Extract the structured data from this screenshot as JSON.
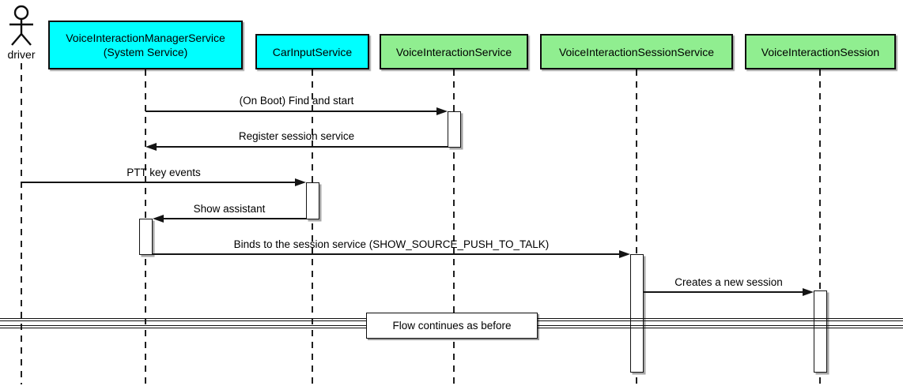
{
  "diagram": {
    "type": "uml-sequence-diagram",
    "actor": {
      "name": "driver"
    },
    "participants": [
      {
        "label": "VoiceInteractionManagerService",
        "sublabel": "(System Service)",
        "fill": "#00FFFF"
      },
      {
        "label": "CarInputService",
        "fill": "#00FFFF"
      },
      {
        "label": "VoiceInteractionService",
        "fill": "#90EE90"
      },
      {
        "label": "VoiceInteractionSessionService",
        "fill": "#90EE90"
      },
      {
        "label": "VoiceInteractionSession",
        "fill": "#90EE90"
      }
    ],
    "messages": [
      {
        "label": "(On Boot) Find and start",
        "from": "VoiceInteractionManagerService (System Service)",
        "to": "VoiceInteractionService",
        "direction": "right"
      },
      {
        "label": "Register session service",
        "from": "VoiceInteractionService",
        "to": "VoiceInteractionManagerService (System Service)",
        "direction": "left"
      },
      {
        "label": "PTT key events",
        "from": "driver",
        "to": "CarInputService",
        "direction": "right"
      },
      {
        "label": "Show assistant",
        "from": "CarInputService",
        "to": "VoiceInteractionManagerService (System Service)",
        "direction": "left"
      },
      {
        "label": "Binds to the session service (SHOW_SOURCE_PUSH_TO_TALK)",
        "from": "VoiceInteractionManagerService (System Service)",
        "to": "VoiceInteractionSessionService",
        "direction": "right"
      },
      {
        "label": "Creates a new session",
        "from": "VoiceInteractionSessionService",
        "to": "VoiceInteractionSession",
        "direction": "right"
      }
    ],
    "divider": {
      "label": "Flow continues as before"
    },
    "colors": {
      "participant_cyan": "#00FFFF",
      "participant_green": "#90EE90",
      "line": "#141414",
      "background": "#ffffff"
    }
  }
}
